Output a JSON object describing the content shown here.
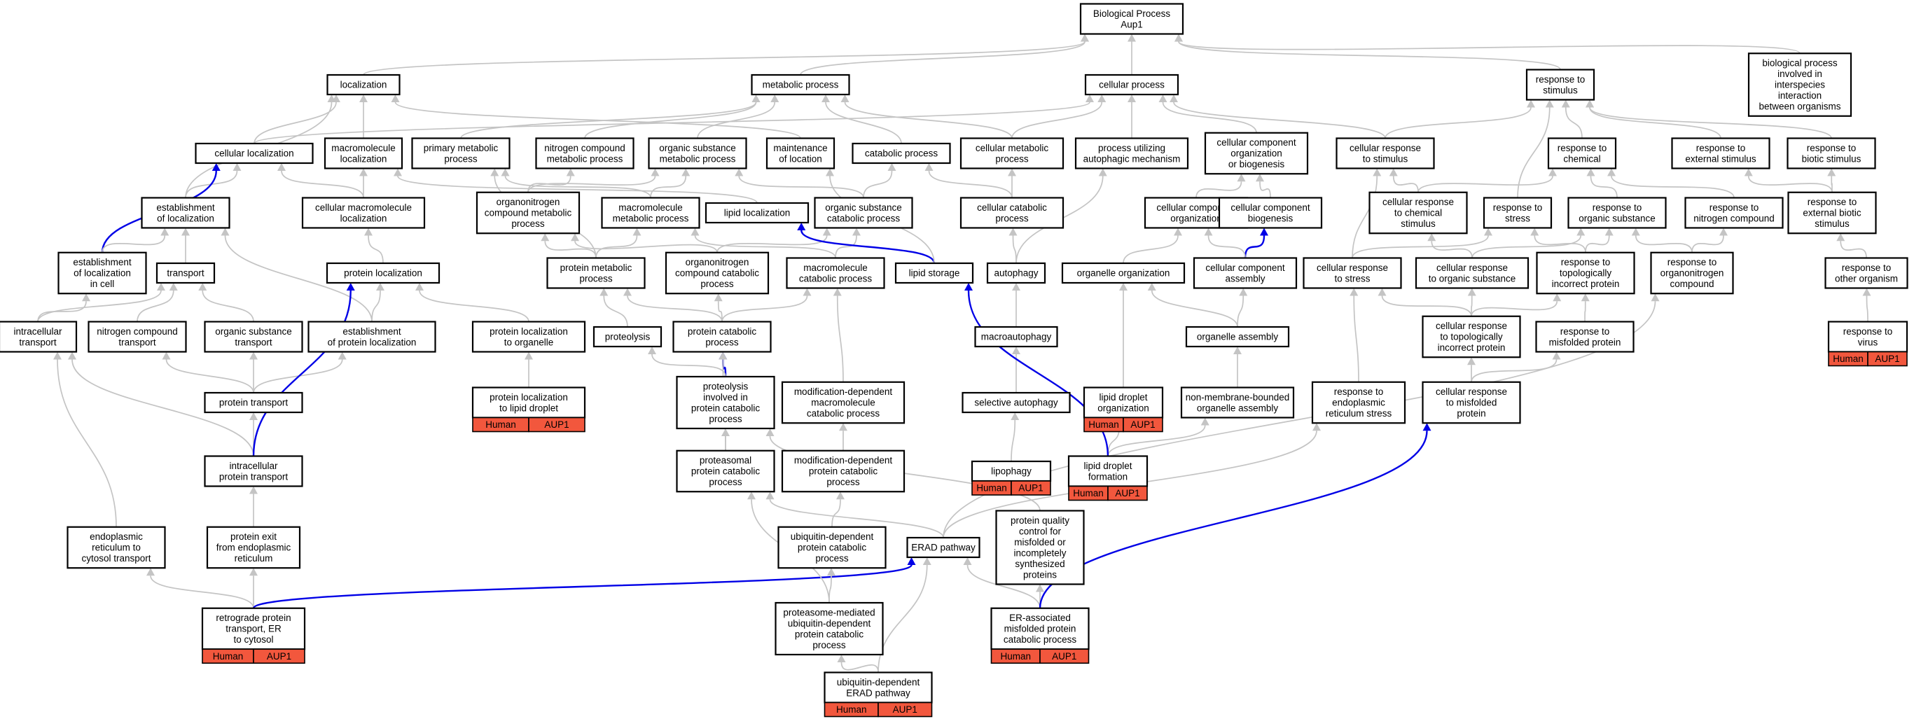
{
  "graph": {
    "colors": {
      "gray_edge": "#c4c4c4",
      "blue_edge": "#0000e6",
      "annotation_fill": "#f2573d",
      "node_border": "#000000"
    },
    "nodes": [
      {
        "id": "bp",
        "lines": [
          "Biological Process",
          "Aup1"
        ]
      },
      {
        "id": "loc",
        "lines": [
          "localization"
        ]
      },
      {
        "id": "met",
        "lines": [
          "metabolic process"
        ]
      },
      {
        "id": "cell",
        "lines": [
          "cellular process"
        ]
      },
      {
        "id": "rts",
        "lines": [
          "response to",
          "stimulus"
        ]
      },
      {
        "id": "inter",
        "lines": [
          "biological process",
          "involved in",
          "interspecies",
          "interaction",
          "between organisms"
        ]
      },
      {
        "id": "cloc",
        "lines": [
          "cellular localization"
        ]
      },
      {
        "id": "mloc",
        "lines": [
          "macromolecule",
          "localization"
        ]
      },
      {
        "id": "pmp",
        "lines": [
          "primary metabolic",
          "process"
        ]
      },
      {
        "id": "ncmp",
        "lines": [
          "nitrogen compound",
          "metabolic process"
        ]
      },
      {
        "id": "osmp",
        "lines": [
          "organic substance",
          "metabolic process"
        ]
      },
      {
        "id": "mol",
        "lines": [
          "maintenance",
          "of location"
        ]
      },
      {
        "id": "catp",
        "lines": [
          "catabolic process"
        ]
      },
      {
        "id": "cmp",
        "lines": [
          "cellular metabolic",
          "process"
        ]
      },
      {
        "id": "puam",
        "lines": [
          "process utilizing",
          "autophagic mechanism"
        ]
      },
      {
        "id": "ccob",
        "lines": [
          "cellular component",
          "organization",
          "or biogenesis"
        ]
      },
      {
        "id": "crts",
        "lines": [
          "cellular response",
          "to stimulus"
        ]
      },
      {
        "id": "rtc",
        "lines": [
          "response to",
          "chemical"
        ]
      },
      {
        "id": "rtes",
        "lines": [
          "response to",
          "external stimulus"
        ]
      },
      {
        "id": "rtbs",
        "lines": [
          "response to",
          "biotic stimulus"
        ]
      },
      {
        "id": "eloc",
        "lines": [
          "establishment",
          "of localization"
        ]
      },
      {
        "id": "cmloc",
        "lines": [
          "cellular macromolecule",
          "localization"
        ]
      },
      {
        "id": "oncmp",
        "lines": [
          "organonitrogen",
          "compound metabolic",
          "process"
        ]
      },
      {
        "id": "mmp",
        "lines": [
          "macromolecule",
          "metabolic process"
        ]
      },
      {
        "id": "lloc",
        "lines": [
          "lipid localization"
        ]
      },
      {
        "id": "oscp",
        "lines": [
          "organic substance",
          "catabolic process"
        ]
      },
      {
        "id": "ccp",
        "lines": [
          "cellular catabolic",
          "process"
        ]
      },
      {
        "id": "cco",
        "lines": [
          "cellular component",
          "organization"
        ]
      },
      {
        "id": "ccb",
        "lines": [
          "cellular component",
          "biogenesis"
        ]
      },
      {
        "id": "crcs",
        "lines": [
          "cellular response",
          "to chemical",
          "stimulus"
        ]
      },
      {
        "id": "rtstr",
        "lines": [
          "response to",
          "stress"
        ]
      },
      {
        "id": "rtos",
        "lines": [
          "response to",
          "organic substance"
        ]
      },
      {
        "id": "rtnc",
        "lines": [
          "response to",
          "nitrogen compound"
        ]
      },
      {
        "id": "rteb",
        "lines": [
          "response to",
          "external biotic",
          "stimulus"
        ]
      },
      {
        "id": "elic",
        "lines": [
          "establishment",
          "of localization",
          "in cell"
        ]
      },
      {
        "id": "trans",
        "lines": [
          "transport"
        ]
      },
      {
        "id": "ploc",
        "lines": [
          "protein localization"
        ]
      },
      {
        "id": "prmp",
        "lines": [
          "protein metabolic",
          "process"
        ]
      },
      {
        "id": "onccp",
        "lines": [
          "organonitrogen",
          "compound catabolic",
          "process"
        ]
      },
      {
        "id": "mcp",
        "lines": [
          "macromolecule",
          "catabolic process"
        ]
      },
      {
        "id": "lst",
        "lines": [
          "lipid storage"
        ]
      },
      {
        "id": "autoph",
        "lines": [
          "autophagy"
        ]
      },
      {
        "id": "oorg",
        "lines": [
          "organelle organization"
        ]
      },
      {
        "id": "cca",
        "lines": [
          "cellular component",
          "assembly"
        ]
      },
      {
        "id": "crstr",
        "lines": [
          "cellular response",
          "to stress"
        ]
      },
      {
        "id": "cros",
        "lines": [
          "cellular response",
          "to organic substance"
        ]
      },
      {
        "id": "rtip",
        "lines": [
          "response to",
          "topologically",
          "incorrect protein"
        ]
      },
      {
        "id": "rtoc",
        "lines": [
          "response to",
          "organonitrogen",
          "compound"
        ]
      },
      {
        "id": "rtoo",
        "lines": [
          "response to",
          "other organism"
        ]
      },
      {
        "id": "itr",
        "lines": [
          "intracellular",
          "transport"
        ]
      },
      {
        "id": "nct",
        "lines": [
          "nitrogen compound",
          "transport"
        ]
      },
      {
        "id": "ost",
        "lines": [
          "organic substance",
          "transport"
        ]
      },
      {
        "id": "epl",
        "lines": [
          "establishment",
          "of protein localization"
        ]
      },
      {
        "id": "plto",
        "lines": [
          "protein localization",
          "to organelle"
        ]
      },
      {
        "id": "prot",
        "lines": [
          "proteolysis"
        ]
      },
      {
        "id": "pcp",
        "lines": [
          "protein catabolic",
          "process"
        ]
      },
      {
        "id": "macr",
        "lines": [
          "macroautophagy"
        ]
      },
      {
        "id": "oasm",
        "lines": [
          "organelle assembly"
        ]
      },
      {
        "id": "crtip",
        "lines": [
          "cellular response",
          "to topologically",
          "incorrect protein"
        ]
      },
      {
        "id": "rtmp",
        "lines": [
          "response to",
          "misfolded protein"
        ]
      },
      {
        "id": "rtv",
        "lines": [
          "response to",
          "virus"
        ],
        "tags": [
          "Human",
          "AUP1"
        ]
      },
      {
        "id": "pt",
        "lines": [
          "protein transport"
        ]
      },
      {
        "id": "pltld",
        "lines": [
          "protein localization",
          "to lipid droplet"
        ],
        "tags": [
          "Human",
          "AUP1"
        ]
      },
      {
        "id": "pipcp",
        "lines": [
          "proteolysis",
          "involved in",
          "protein catabolic",
          "process"
        ]
      },
      {
        "id": "mdmcp",
        "lines": [
          "modification-dependent",
          "macromolecule",
          "catabolic process"
        ]
      },
      {
        "id": "sa",
        "lines": [
          "selective autophagy"
        ]
      },
      {
        "id": "ldo",
        "lines": [
          "lipid droplet",
          "organization"
        ],
        "tags": [
          "Human",
          "AUP1"
        ]
      },
      {
        "id": "nmboa",
        "lines": [
          "non-membrane-bounded",
          "organelle assembly"
        ]
      },
      {
        "id": "rters",
        "lines": [
          "response to",
          "endoplasmic",
          "reticulum stress"
        ]
      },
      {
        "id": "crtmp",
        "lines": [
          "cellular response",
          "to misfolded",
          "protein"
        ]
      },
      {
        "id": "iptr",
        "lines": [
          "intracellular",
          "protein transport"
        ]
      },
      {
        "id": "ppcp",
        "lines": [
          "proteasomal",
          "protein catabolic",
          "process"
        ]
      },
      {
        "id": "mdpcp",
        "lines": [
          "modification-dependent",
          "protein catabolic",
          "process"
        ]
      },
      {
        "id": "lipo",
        "lines": [
          "lipophagy"
        ],
        "tags": [
          "Human",
          "AUP1"
        ]
      },
      {
        "id": "ldf",
        "lines": [
          "lipid droplet",
          "formation"
        ],
        "tags": [
          "Human",
          "AUP1"
        ]
      },
      {
        "id": "ertc",
        "lines": [
          "endoplasmic",
          "reticulum to",
          "cytosol transport"
        ]
      },
      {
        "id": "pefer",
        "lines": [
          "protein exit",
          "from endoplasmic",
          "reticulum"
        ]
      },
      {
        "id": "udpcp",
        "lines": [
          "ubiquitin-dependent",
          "protein catabolic",
          "process"
        ]
      },
      {
        "id": "erad",
        "lines": [
          "ERAD pathway"
        ]
      },
      {
        "id": "pqc",
        "lines": [
          "protein quality",
          "control for",
          "misfolded or",
          "incompletely",
          "synthesized",
          "proteins"
        ]
      },
      {
        "id": "rpt",
        "lines": [
          "retrograde protein",
          "transport, ER",
          "to cytosol"
        ],
        "tags": [
          "Human",
          "AUP1"
        ]
      },
      {
        "id": "pmud",
        "lines": [
          "proteasome-mediated",
          "ubiquitin-dependent",
          "protein catabolic",
          "process"
        ]
      },
      {
        "id": "eramp",
        "lines": [
          "ER-associated",
          "misfolded protein",
          "catabolic process"
        ],
        "tags": [
          "Human",
          "AUP1"
        ]
      },
      {
        "id": "uderad",
        "lines": [
          "ubiquitin-dependent",
          "ERAD pathway"
        ],
        "tags": [
          "Human",
          "AUP1"
        ]
      }
    ],
    "edges": [
      [
        "loc",
        "bp"
      ],
      [
        "met",
        "bp"
      ],
      [
        "cell",
        "bp"
      ],
      [
        "rts",
        "bp"
      ],
      [
        "inter",
        "bp"
      ],
      [
        "cloc",
        "loc"
      ],
      [
        "cloc",
        "cell"
      ],
      [
        "mloc",
        "loc"
      ],
      [
        "eloc",
        "loc"
      ],
      [
        "mol",
        "loc"
      ],
      [
        "pmp",
        "met"
      ],
      [
        "ncmp",
        "met"
      ],
      [
        "osmp",
        "met"
      ],
      [
        "catp",
        "met"
      ],
      [
        "cmp",
        "met"
      ],
      [
        "cmp",
        "cell"
      ],
      [
        "puam",
        "cell"
      ],
      [
        "ccob",
        "cell"
      ],
      [
        "crts",
        "cell"
      ],
      [
        "crts",
        "rts"
      ],
      [
        "rtc",
        "rts"
      ],
      [
        "rtes",
        "rts"
      ],
      [
        "rtbs",
        "rts"
      ],
      [
        "rtstr",
        "rts"
      ],
      [
        "eloc",
        "cloc"
      ],
      [
        "elic",
        "cloc",
        "blue"
      ],
      [
        "cmloc",
        "cloc"
      ],
      [
        "cmloc",
        "mloc"
      ],
      [
        "oncmp",
        "ncmp"
      ],
      [
        "oncmp",
        "osmp"
      ],
      [
        "mmp",
        "osmp"
      ],
      [
        "mmp",
        "pmp"
      ],
      [
        "oscp",
        "osmp"
      ],
      [
        "oscp",
        "catp"
      ],
      [
        "lloc",
        "mloc"
      ],
      [
        "ccp",
        "catp"
      ],
      [
        "ccp",
        "cmp"
      ],
      [
        "cco",
        "ccob"
      ],
      [
        "ccb",
        "ccob"
      ],
      [
        "crcs",
        "crts"
      ],
      [
        "crcs",
        "rtc"
      ],
      [
        "rtos",
        "rtc"
      ],
      [
        "rtnc",
        "rtc"
      ],
      [
        "rteb",
        "rtes"
      ],
      [
        "rteb",
        "rtbs"
      ],
      [
        "elic",
        "eloc"
      ],
      [
        "trans",
        "eloc"
      ],
      [
        "ploc",
        "cmloc"
      ],
      [
        "prmp",
        "mmp"
      ],
      [
        "prmp",
        "pmp"
      ],
      [
        "prmp",
        "oncmp"
      ],
      [
        "onccp",
        "oncmp"
      ],
      [
        "onccp",
        "oscp"
      ],
      [
        "mcp",
        "oscp"
      ],
      [
        "mcp",
        "mmp"
      ],
      [
        "lst",
        "lloc",
        "blue"
      ],
      [
        "lst",
        "mol"
      ],
      [
        "autoph",
        "ccp"
      ],
      [
        "autoph",
        "puam"
      ],
      [
        "oorg",
        "cco"
      ],
      [
        "cca",
        "ccb",
        "blue"
      ],
      [
        "cca",
        "cco"
      ],
      [
        "crstr",
        "crts"
      ],
      [
        "crstr",
        "rtstr"
      ],
      [
        "cros",
        "crcs"
      ],
      [
        "cros",
        "rtos"
      ],
      [
        "rtip",
        "rtos"
      ],
      [
        "rtip",
        "rtstr"
      ],
      [
        "rtoc",
        "rtos"
      ],
      [
        "rtoc",
        "rtnc"
      ],
      [
        "rtoo",
        "rteb"
      ],
      [
        "itr",
        "elic"
      ],
      [
        "itr",
        "trans"
      ],
      [
        "nct",
        "trans"
      ],
      [
        "ost",
        "trans"
      ],
      [
        "epl",
        "eloc"
      ],
      [
        "epl",
        "ploc"
      ],
      [
        "plto",
        "ploc"
      ],
      [
        "prot",
        "prmp"
      ],
      [
        "pcp",
        "prmp"
      ],
      [
        "pcp",
        "mcp"
      ],
      [
        "pcp",
        "onccp"
      ],
      [
        "macr",
        "autoph"
      ],
      [
        "oasm",
        "oorg"
      ],
      [
        "oasm",
        "cca"
      ],
      [
        "crtip",
        "rtip"
      ],
      [
        "crtip",
        "crstr"
      ],
      [
        "crtip",
        "cros"
      ],
      [
        "rtmp",
        "rtip"
      ],
      [
        "rtv",
        "rtoo"
      ],
      [
        "pt",
        "nct"
      ],
      [
        "pt",
        "ost"
      ],
      [
        "pt",
        "epl"
      ],
      [
        "pltld",
        "plto"
      ],
      [
        "pipcp",
        "pcp",
        "blue"
      ],
      [
        "pipcp",
        "prot"
      ],
      [
        "mdmcp",
        "mcp"
      ],
      [
        "sa",
        "macr"
      ],
      [
        "ldo",
        "oorg"
      ],
      [
        "nmboa",
        "oasm"
      ],
      [
        "rters",
        "crstr"
      ],
      [
        "crtmp",
        "crtip"
      ],
      [
        "crtmp",
        "rtmp"
      ],
      [
        "iptr",
        "pt"
      ],
      [
        "iptr",
        "itr"
      ],
      [
        "iptr",
        "ploc",
        "blue"
      ],
      [
        "ppcp",
        "pipcp"
      ],
      [
        "ppcp",
        "pcp"
      ],
      [
        "mdpcp",
        "mdmcp"
      ],
      [
        "lipo",
        "sa"
      ],
      [
        "ldf",
        "ldo"
      ],
      [
        "ldf",
        "nmboa"
      ],
      [
        "ldf",
        "lst",
        "blue"
      ],
      [
        "ertc",
        "itr"
      ],
      [
        "pefer",
        "iptr"
      ],
      [
        "udpcp",
        "mdpcp"
      ],
      [
        "erad",
        "ppcp"
      ],
      [
        "erad",
        "rters"
      ],
      [
        "erad",
        "rtoc"
      ],
      [
        "pqc",
        "pipcp"
      ],
      [
        "rpt",
        "ertc"
      ],
      [
        "rpt",
        "pefer"
      ],
      [
        "rpt",
        "erad",
        "blue"
      ],
      [
        "pmud",
        "ppcp"
      ],
      [
        "pmud",
        "udpcp"
      ],
      [
        "eramp",
        "erad"
      ],
      [
        "eramp",
        "pqc"
      ],
      [
        "eramp",
        "crtmp",
        "blue"
      ],
      [
        "uderad",
        "pmud"
      ],
      [
        "uderad",
        "erad"
      ]
    ]
  }
}
